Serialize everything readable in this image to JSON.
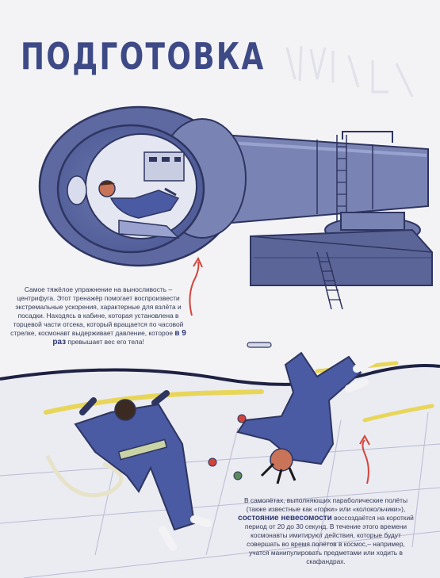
{
  "title": "ПОДГОТОВКА",
  "colors": {
    "background": "#f3f3f6",
    "navy": "#3d4a86",
    "suit_blue": "#4a5ba3",
    "machine": "#7a84b4",
    "floor": "#ebebf2",
    "accent_red": "#d2453b",
    "handrail_yellow": "#e8d65a"
  },
  "centrifuge_caption": {
    "text": "Самое тяжёлое упражнение на выносливость – центрифуга. Этот тренажёр помогает воспроизвести экстремальные ускорения, характерные для взлёта и посадки. Находясь в кабине, которая установлена в торцевой части отсека, который вращается по часовой стрелке, космонавт выдерживает давление, которое ",
    "highlight": "в 9 раз",
    "text_end": " превышает вес его тела!"
  },
  "zero_g_caption": {
    "text": "В самолётах, выполняющих параболические полёты (также известные как «горки» или «колокольчики»), ",
    "highlight": "состояние невесомости",
    "text_end": " воссоздаётся на короткий период от 20 до 30 секунд. В течение этого времени космонавты имитируют действия, которые будут совершать во время полётов в космос,– например, учатся манипулировать предметами или ходить в скафандрах."
  },
  "icons": [
    "centrifuge",
    "astronaut-in-capsule",
    "astronaut-floating",
    "astronaut-on-handrail",
    "red-arrow",
    "red-arrow"
  ]
}
